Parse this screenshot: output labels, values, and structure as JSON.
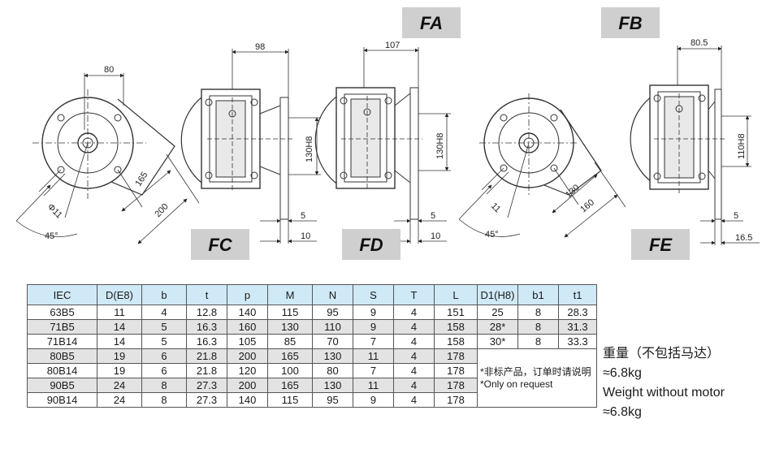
{
  "labels": {
    "fa": "FA",
    "fb": "FB",
    "fc": "FC",
    "fd": "FD",
    "fe": "FE"
  },
  "dims": {
    "v1": {
      "width": "80",
      "d165": "165",
      "d200": "200",
      "hole": "Φ11",
      "angle": "45°"
    },
    "fc": {
      "width": "98",
      "pilot": "130H8",
      "t5": "5",
      "t10": "10"
    },
    "fd": {
      "width": "107",
      "pilot": "130H8",
      "t5": "5",
      "t10": "10"
    },
    "v2": {
      "hole": "11",
      "d130": "130",
      "d160": "160",
      "angle": "45°"
    },
    "fe": {
      "width": "80.5",
      "pilot": "110H8",
      "t5": "5",
      "t165": "16.5"
    }
  },
  "table": {
    "headers": [
      "IEC",
      "D(E8)",
      "b",
      "t",
      "p",
      "M",
      "N",
      "S",
      "T",
      "L",
      "D1(H8)",
      "b1",
      "t1"
    ],
    "rows": [
      [
        "63B5",
        "11",
        "4",
        "12.8",
        "140",
        "115",
        "95",
        "9",
        "4",
        "151",
        "25",
        "8",
        "28.3"
      ],
      [
        "71B5",
        "14",
        "5",
        "16.3",
        "160",
        "130",
        "110",
        "9",
        "4",
        "158",
        "28*",
        "8",
        "31.3"
      ],
      [
        "71B14",
        "14",
        "5",
        "16.3",
        "105",
        "85",
        "70",
        "7",
        "4",
        "158",
        "30*",
        "8",
        "33.3"
      ],
      [
        "80B5",
        "19",
        "6",
        "21.8",
        "200",
        "165",
        "130",
        "11",
        "4",
        "178"
      ],
      [
        "80B14",
        "19",
        "6",
        "21.8",
        "120",
        "100",
        "80",
        "7",
        "4",
        "178"
      ],
      [
        "90B5",
        "24",
        "8",
        "27.3",
        "200",
        "165",
        "130",
        "11",
        "4",
        "178"
      ],
      [
        "90B14",
        "24",
        "8",
        "27.3",
        "140",
        "115",
        "95",
        "9",
        "4",
        "178"
      ]
    ],
    "note_cn": "*非标产品，订单时请说明",
    "note_en": "*Only on request"
  },
  "weight": {
    "line1": "重量（不包括马达）",
    "line2": "≈6.8kg",
    "line3": "Weight without motor",
    "line4": "≈6.8kg"
  }
}
